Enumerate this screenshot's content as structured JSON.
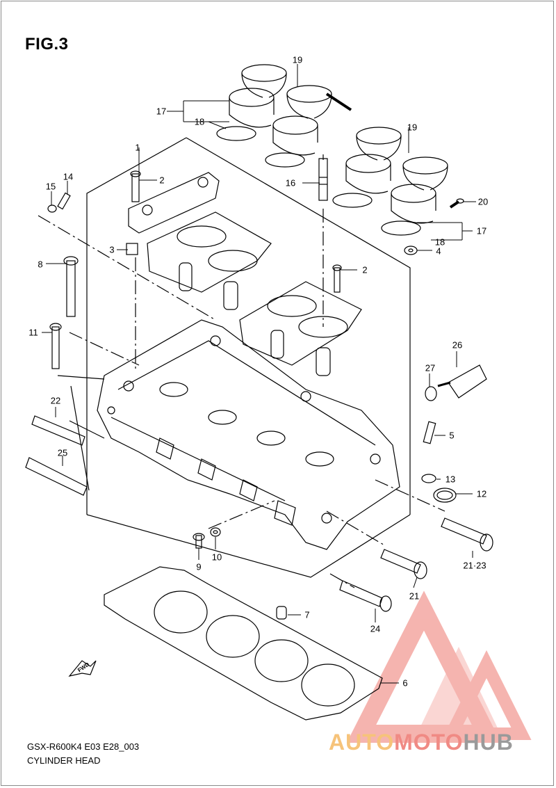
{
  "figure": {
    "title": "FIG.3"
  },
  "footer": {
    "model_code": "GSX-R600K4 E03 E28_003",
    "section_name": "CYLINDER HEAD"
  },
  "fwd_arrow": {
    "label": "FWD"
  },
  "callouts": {
    "c1": "1",
    "c2a": "2",
    "c2b": "2",
    "c3": "3",
    "c4": "4",
    "c5": "5",
    "c6": "6",
    "c7": "7",
    "c8": "8",
    "c9": "9",
    "c10": "10",
    "c11": "11",
    "c12": "12",
    "c13": "13",
    "c14": "14",
    "c15": "15",
    "c16": "16",
    "c17a": "17",
    "c17b": "17",
    "c18a": "18",
    "c18b": "18",
    "c19a": "19",
    "c19b": "19",
    "c20": "20",
    "c21a": "21",
    "c21b": "21·23",
    "c22": "22",
    "c24": "24",
    "c25": "25",
    "c26": "26",
    "c27": "27"
  },
  "watermark": {
    "parts": [
      "AUTO",
      "MOTO",
      "HUB"
    ],
    "colors": {
      "auto": "#f6c37a",
      "moto": "#f08a84",
      "hub": "#9a9a9a",
      "logo": "#f29b95"
    }
  }
}
